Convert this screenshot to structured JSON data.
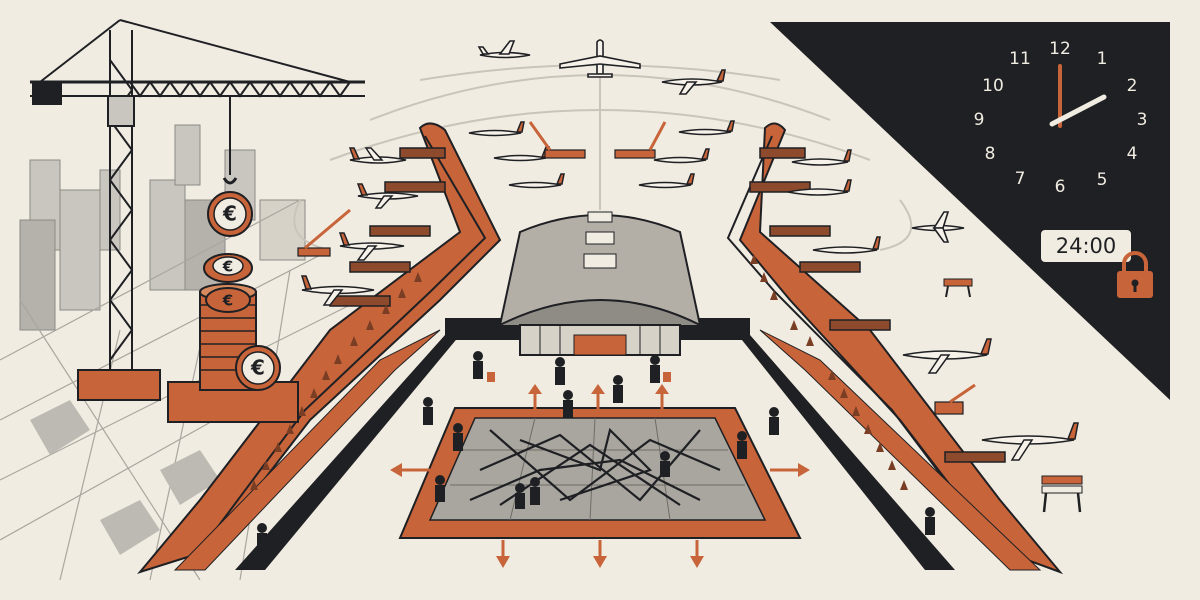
{
  "clock": {
    "numbers": [
      "12",
      "1",
      "2",
      "3",
      "4",
      "5",
      "6",
      "7",
      "8",
      "9",
      "10",
      "11"
    ],
    "time_display": "24:00"
  },
  "coins": {
    "symbol": "€"
  },
  "colors": {
    "background": "#f1ece1",
    "accent_orange": "#c8643a",
    "dark": "#1f2024",
    "grey": "#9a9894",
    "light_grey": "#d6d2c8"
  },
  "icons": [
    "crane-icon",
    "euro-coin-icon",
    "airplane-icon",
    "clock-icon",
    "padlock-icon",
    "construction-barrier-icon",
    "traveler-icon",
    "arrow-icon"
  ]
}
